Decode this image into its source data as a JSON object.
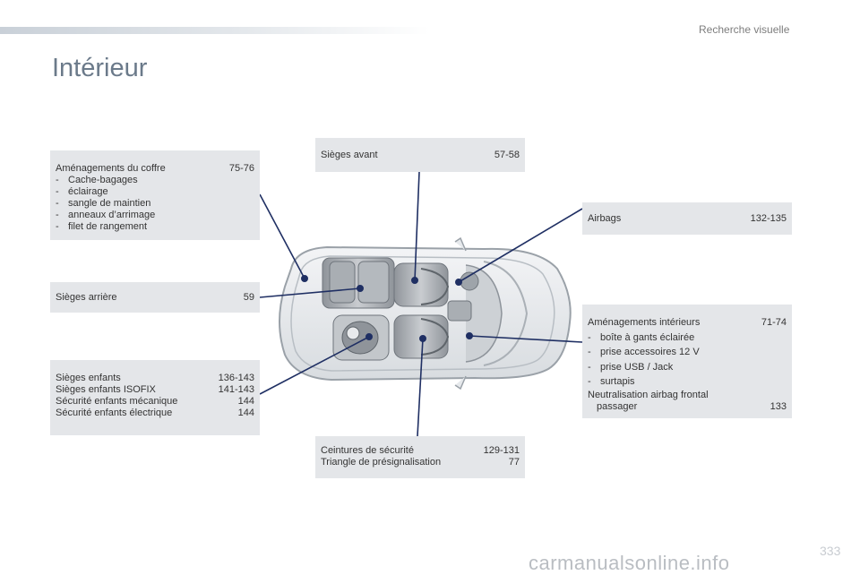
{
  "header": {
    "section": "Recherche visuelle",
    "title": "Intérieur"
  },
  "boxes": {
    "coffre": {
      "title": "Aménagements du coffre",
      "pages": "75-76",
      "items": [
        "Cache-bagages",
        "éclairage",
        "sangle de maintien",
        "anneaux d’arrimage",
        "filet de rangement"
      ]
    },
    "sieges_arriere": {
      "title": "Sièges arrière",
      "pages": "59"
    },
    "enfants": {
      "rows": [
        {
          "label": "Sièges enfants",
          "pages": "136-143"
        },
        {
          "label": "Sièges enfants ISOFIX",
          "pages": "141-143"
        },
        {
          "label": "Sécurité enfants mécanique",
          "pages": "144"
        },
        {
          "label": "Sécurité enfants électrique",
          "pages": "144"
        }
      ]
    },
    "sieges_avant": {
      "title": "Sièges avant",
      "pages": "57-58"
    },
    "ceintures": {
      "rows": [
        {
          "label": "Ceintures de sécurité",
          "pages": "129-131"
        },
        {
          "label": "Triangle de présignalisation",
          "pages": "77"
        }
      ]
    },
    "airbags": {
      "title": "Airbags",
      "pages": "132-135"
    },
    "interieurs": {
      "title": "Aménagements intérieurs",
      "pages": "71-74",
      "items": [
        "boîte à gants éclairée",
        "prise accessoires 12 V",
        "prise USB / Jack",
        "surtapis"
      ],
      "neutral_line1": "Neutralisation airbag frontal",
      "neutral_line2": "passager",
      "neutral_pages": "133"
    }
  },
  "footer": {
    "page_number": "333",
    "watermark": "carmanualsonline.info"
  }
}
